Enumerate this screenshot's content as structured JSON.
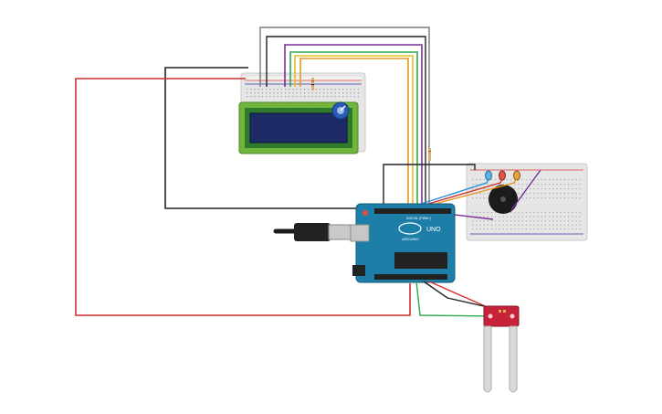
{
  "app": {
    "view": "circuit-schematic"
  },
  "board": {
    "brand_text": "UNO",
    "sub_text": "ARDUINO",
    "header_text": "DIGITAL (PWM~)"
  },
  "components": {
    "lcd": {
      "icon": "lcd-16x2-icon"
    },
    "breadboard_left": {
      "icon": "breadboard-icon"
    },
    "breadboard_right": {
      "icon": "breadboard-icon"
    },
    "buzzer": {
      "icon": "piezo-buzzer-icon"
    },
    "soil_sensor": {
      "icon": "soil-moisture-sensor-icon"
    },
    "usb_cable": {
      "icon": "usb-cable-icon"
    },
    "potentiometer": {
      "icon": "potentiometer-icon"
    }
  },
  "colors": {
    "wire_red": "#d0302c",
    "wire_black": "#222222",
    "wire_green": "#33a852",
    "wire_blue": "#2b8fd6",
    "wire_purple": "#7a2d9a",
    "wire_orange": "#e79a23",
    "wire_yellow": "#e3c21a",
    "wire_grey": "#7a7a7a",
    "board_blue": "#1d7fa8",
    "lcd_green": "#6fb53b",
    "lcd_screen": "#1d2a66",
    "sensor_red": "#c8223a"
  }
}
